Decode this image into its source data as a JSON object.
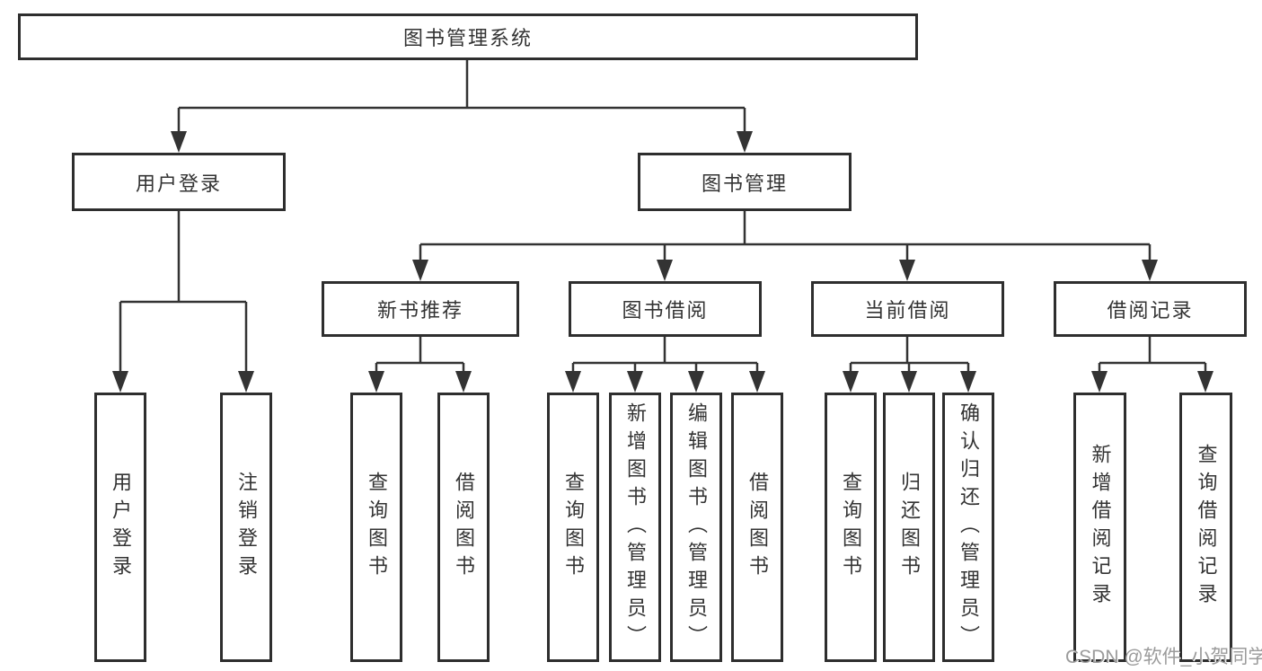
{
  "diagram": {
    "watermark": "CSDN @软件_小贺同学",
    "colors": {
      "line": "#333333",
      "box_border": "#2e2e2e",
      "text": "#333333",
      "watermark_text": "#9b9b9b",
      "background": "#ffffff"
    },
    "tree": {
      "label": "图书管理系统",
      "children": [
        {
          "label": "用户登录",
          "children": [
            {
              "label": "用户登录"
            },
            {
              "label": "注销登录"
            }
          ]
        },
        {
          "label": "图书管理",
          "children": [
            {
              "label": "新书推荐",
              "children": [
                {
                  "label": "查询图书"
                },
                {
                  "label": "借阅图书"
                }
              ]
            },
            {
              "label": "图书借阅",
              "children": [
                {
                  "label": "查询图书"
                },
                {
                  "label": "新增图书（管理员）"
                },
                {
                  "label": "编辑图书（管理员）"
                },
                {
                  "label": "借阅图书"
                }
              ]
            },
            {
              "label": "当前借阅",
              "children": [
                {
                  "label": "查询图书"
                },
                {
                  "label": "归还图书"
                },
                {
                  "label": "确认归还（管理员）"
                }
              ]
            },
            {
              "label": "借阅记录",
              "children": [
                {
                  "label": "新增借阅记录"
                },
                {
                  "label": "查询借阅记录"
                }
              ]
            }
          ]
        }
      ]
    }
  }
}
